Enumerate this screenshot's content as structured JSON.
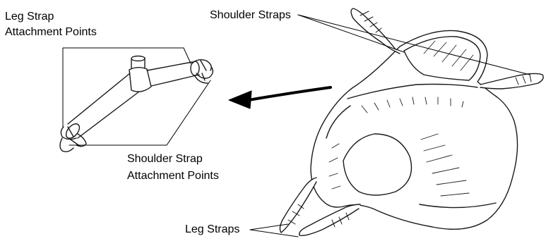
{
  "labels": {
    "leg_attach_line1": "Leg Strap",
    "leg_attach_line2": "Attachment Points",
    "shoulder_straps": "Shoulder Straps",
    "shoulder_attach_line1": "Shoulder Strap",
    "shoulder_attach_line2": "Attachment Points",
    "leg_straps": "Leg Straps"
  },
  "colors": {
    "ink": "#000000",
    "paper": "#ffffff"
  }
}
